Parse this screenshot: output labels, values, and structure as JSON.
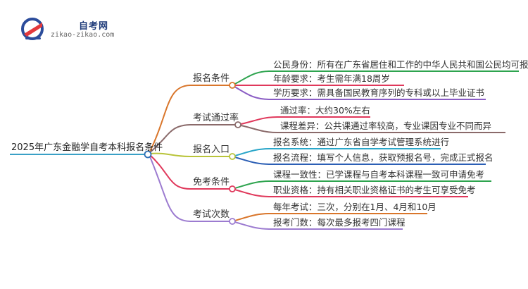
{
  "logo": {
    "title": "自考网",
    "url": "zikao-zikao.com"
  },
  "root": {
    "label": "2025年广东金融学自考本科报名条件"
  },
  "branches": [
    {
      "label": "报名条件",
      "color": "#d9762b",
      "children": [
        {
          "label": "公民身份：所有在广东省居住和工作的中华人民共和国公民均可报名",
          "color": "#2ea44f"
        },
        {
          "label": "年龄要求：考生需年满18周岁",
          "color": "#e0385b"
        },
        {
          "label": "学历要求：需具备国民教育序列的专科或以上毕业证书",
          "color": "#8a5cc4"
        }
      ]
    },
    {
      "label": "考试通过率",
      "color": "#8a6a6a",
      "children": [
        {
          "label": "通过率：大约30%左右",
          "color": "#e0385b"
        },
        {
          "label": "课程差异：公共课通过率较高，专业课因专业不同而异",
          "color": "#8a6a6a"
        }
      ]
    },
    {
      "label": "报名入口",
      "color": "#b9c43a",
      "children": [
        {
          "label": "报名系统：通过广东省自学考试管理系统进行",
          "color": "#2aa6c9"
        },
        {
          "label": "报名流程：填写个人信息，获取预报名号，完成正式报名",
          "color": "#2c5fb5"
        }
      ]
    },
    {
      "label": "免考条件",
      "color": "#e0385b",
      "children": [
        {
          "label": "课程一致性：已学课程与自考本科课程一致可申请免考",
          "color": "#2ea44f"
        },
        {
          "label": "职业资格：持有相关职业资格证书的考生可享受免考",
          "color": "#e0385b"
        }
      ]
    },
    {
      "label": "考试次数",
      "color": "#9c7bd0",
      "children": [
        {
          "label": "每年考试：三次，分别在1月、4月和10月",
          "color": "#d9762b"
        },
        {
          "label": "报考门数：每次最多报考四门课程",
          "color": "#9c7bd0"
        }
      ]
    }
  ]
}
